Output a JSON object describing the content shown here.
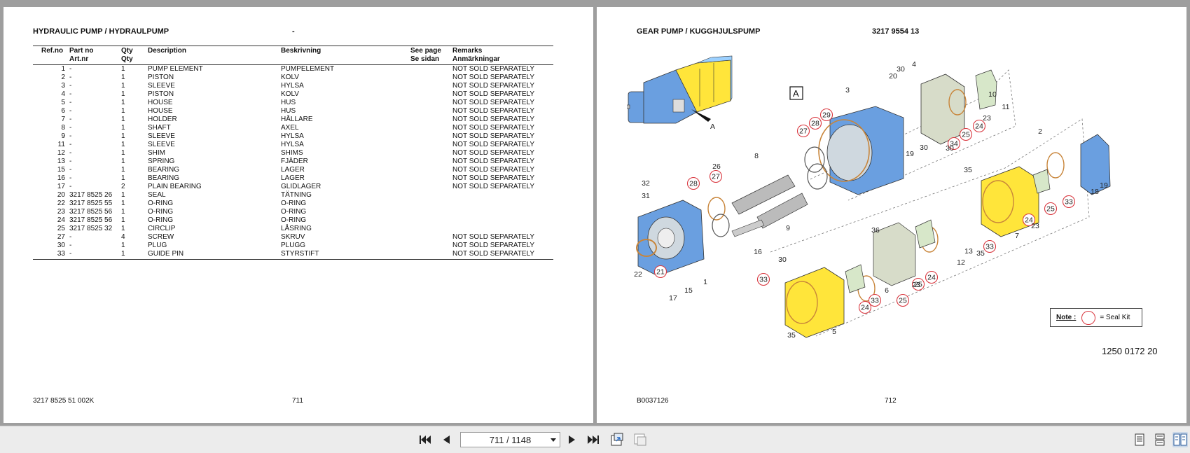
{
  "left_page": {
    "title": "HYDRAULIC PUMP / HYDRAULPUMP",
    "title_dash": "-",
    "columns": {
      "ref_no": [
        "Ref.no",
        ""
      ],
      "part_no": [
        "Part no",
        "Art.nr"
      ],
      "qty": [
        "Qty",
        "Qty"
      ],
      "description": [
        "Description",
        ""
      ],
      "beskrivning": [
        "Beskrivning",
        ""
      ],
      "see_page": [
        "See page",
        "Se sidan"
      ],
      "remarks": [
        "Remarks",
        "Anmärkningar"
      ]
    },
    "rows": [
      {
        "ref": "1",
        "part": "-",
        "qty": "1",
        "desc": "PUMP ELEMENT",
        "bes": "PUMPELEMENT",
        "rem": "NOT SOLD SEPARATELY"
      },
      {
        "ref": "2",
        "part": "-",
        "qty": "1",
        "desc": "PISTON",
        "bes": "KOLV",
        "rem": "NOT SOLD SEPARATELY"
      },
      {
        "ref": "3",
        "part": "-",
        "qty": "1",
        "desc": "SLEEVE",
        "bes": "HYLSA",
        "rem": "NOT SOLD SEPARATELY"
      },
      {
        "ref": "4",
        "part": "-",
        "qty": "1",
        "desc": "PISTON",
        "bes": "KOLV",
        "rem": "NOT SOLD SEPARATELY"
      },
      {
        "ref": "5",
        "part": "-",
        "qty": "1",
        "desc": "HOUSE",
        "bes": "HUS",
        "rem": "NOT SOLD SEPARATELY"
      },
      {
        "ref": "6",
        "part": "-",
        "qty": "1",
        "desc": "HOUSE",
        "bes": "HUS",
        "rem": "NOT SOLD SEPARATELY"
      },
      {
        "ref": "7",
        "part": "-",
        "qty": "1",
        "desc": "HOLDER",
        "bes": "HÅLLARE",
        "rem": "NOT SOLD SEPARATELY"
      },
      {
        "ref": "8",
        "part": "-",
        "qty": "1",
        "desc": "SHAFT",
        "bes": "AXEL",
        "rem": "NOT SOLD SEPARATELY"
      },
      {
        "ref": "9",
        "part": "-",
        "qty": "1",
        "desc": "SLEEVE",
        "bes": "HYLSA",
        "rem": "NOT SOLD SEPARATELY"
      },
      {
        "ref": "11",
        "part": "-",
        "qty": "1",
        "desc": "SLEEVE",
        "bes": "HYLSA",
        "rem": "NOT SOLD SEPARATELY"
      },
      {
        "ref": "12",
        "part": "-",
        "qty": "1",
        "desc": "SHIM",
        "bes": "SHIMS",
        "rem": "NOT SOLD SEPARATELY"
      },
      {
        "ref": "13",
        "part": "-",
        "qty": "1",
        "desc": "SPRING",
        "bes": "FJÄDER",
        "rem": "NOT SOLD SEPARATELY"
      },
      {
        "ref": "15",
        "part": "-",
        "qty": "1",
        "desc": "BEARING",
        "bes": "LAGER",
        "rem": "NOT SOLD SEPARATELY"
      },
      {
        "ref": "16",
        "part": "-",
        "qty": "1",
        "desc": "BEARING",
        "bes": "LAGER",
        "rem": "NOT SOLD SEPARATELY"
      },
      {
        "ref": "17",
        "part": "-",
        "qty": "2",
        "desc": "PLAIN BEARING",
        "bes": "GLIDLAGER",
        "rem": "NOT SOLD SEPARATELY"
      },
      {
        "ref": "20",
        "part": "3217 8525 26",
        "qty": "1",
        "desc": "SEAL",
        "bes": "TÄTNING",
        "rem": ""
      },
      {
        "ref": "22",
        "part": "3217 8525 55",
        "qty": "1",
        "desc": "O-RING",
        "bes": "O-RING",
        "rem": ""
      },
      {
        "ref": "23",
        "part": "3217 8525 56",
        "qty": "1",
        "desc": "O-RING",
        "bes": "O-RING",
        "rem": ""
      },
      {
        "ref": "24",
        "part": "3217 8525 56",
        "qty": "1",
        "desc": "O-RING",
        "bes": "O-RING",
        "rem": ""
      },
      {
        "ref": "25",
        "part": "3217 8525 32",
        "qty": "1",
        "desc": "CIRCLIP",
        "bes": "LÅSRING",
        "rem": ""
      },
      {
        "ref": "27",
        "part": "-",
        "qty": "4",
        "desc": "SCREW",
        "bes": "SKRUV",
        "rem": "NOT SOLD SEPARATELY"
      },
      {
        "ref": "30",
        "part": "-",
        "qty": "1",
        "desc": "PLUG",
        "bes": "PLUGG",
        "rem": "NOT SOLD SEPARATELY"
      },
      {
        "ref": "33",
        "part": "-",
        "qty": "1",
        "desc": "GUIDE PIN",
        "bes": "STYRSTIFT",
        "rem": "NOT SOLD SEPARATELY"
      }
    ],
    "footer_doc": "3217 8525 51 002K",
    "page_number": "711"
  },
  "right_page": {
    "title": "GEAR PUMP / KUGGHJULSPUMP",
    "part_number": "3217 9554 13",
    "view_label": "A",
    "arrow_label": "A",
    "callouts": {
      "plain": [
        "30",
        "4",
        "20",
        "3",
        "10",
        "11",
        "23",
        "30",
        "19",
        "30",
        "2",
        "8",
        "26",
        "32",
        "31",
        "9",
        "16",
        "35",
        "18",
        "19",
        "7",
        "23",
        "36",
        "12",
        "13",
        "35",
        "30",
        "22",
        "15",
        "17",
        "1",
        "6",
        "23",
        "5",
        "35"
      ],
      "seal": [
        "29",
        "28",
        "27",
        "34",
        "24",
        "25",
        "28",
        "27",
        "33",
        "25",
        "24",
        "33",
        "21",
        "33",
        "25",
        "24",
        "25",
        "24",
        "33"
      ]
    },
    "note_label": "Note :",
    "note_text": "= Seal Kit",
    "drawing_number": "1250 0172 20",
    "footer_doc": "B0037126",
    "page_number": "712"
  },
  "toolbar": {
    "page_indicator": "711 / 1148",
    "icons": [
      "first-page-icon",
      "previous-page-icon",
      "next-page-icon",
      "last-page-icon",
      "fit-page-icon",
      "fit-width-icon",
      "single-page-view-icon",
      "continuous-view-icon",
      "facing-pages-view-icon"
    ]
  },
  "colors": {
    "background": "#9e9e9e",
    "pump_blue": "#6a9fe0",
    "pump_yellow": "#ffe53a",
    "seal_circle": "#d9363e",
    "oring": "#c8853a"
  }
}
